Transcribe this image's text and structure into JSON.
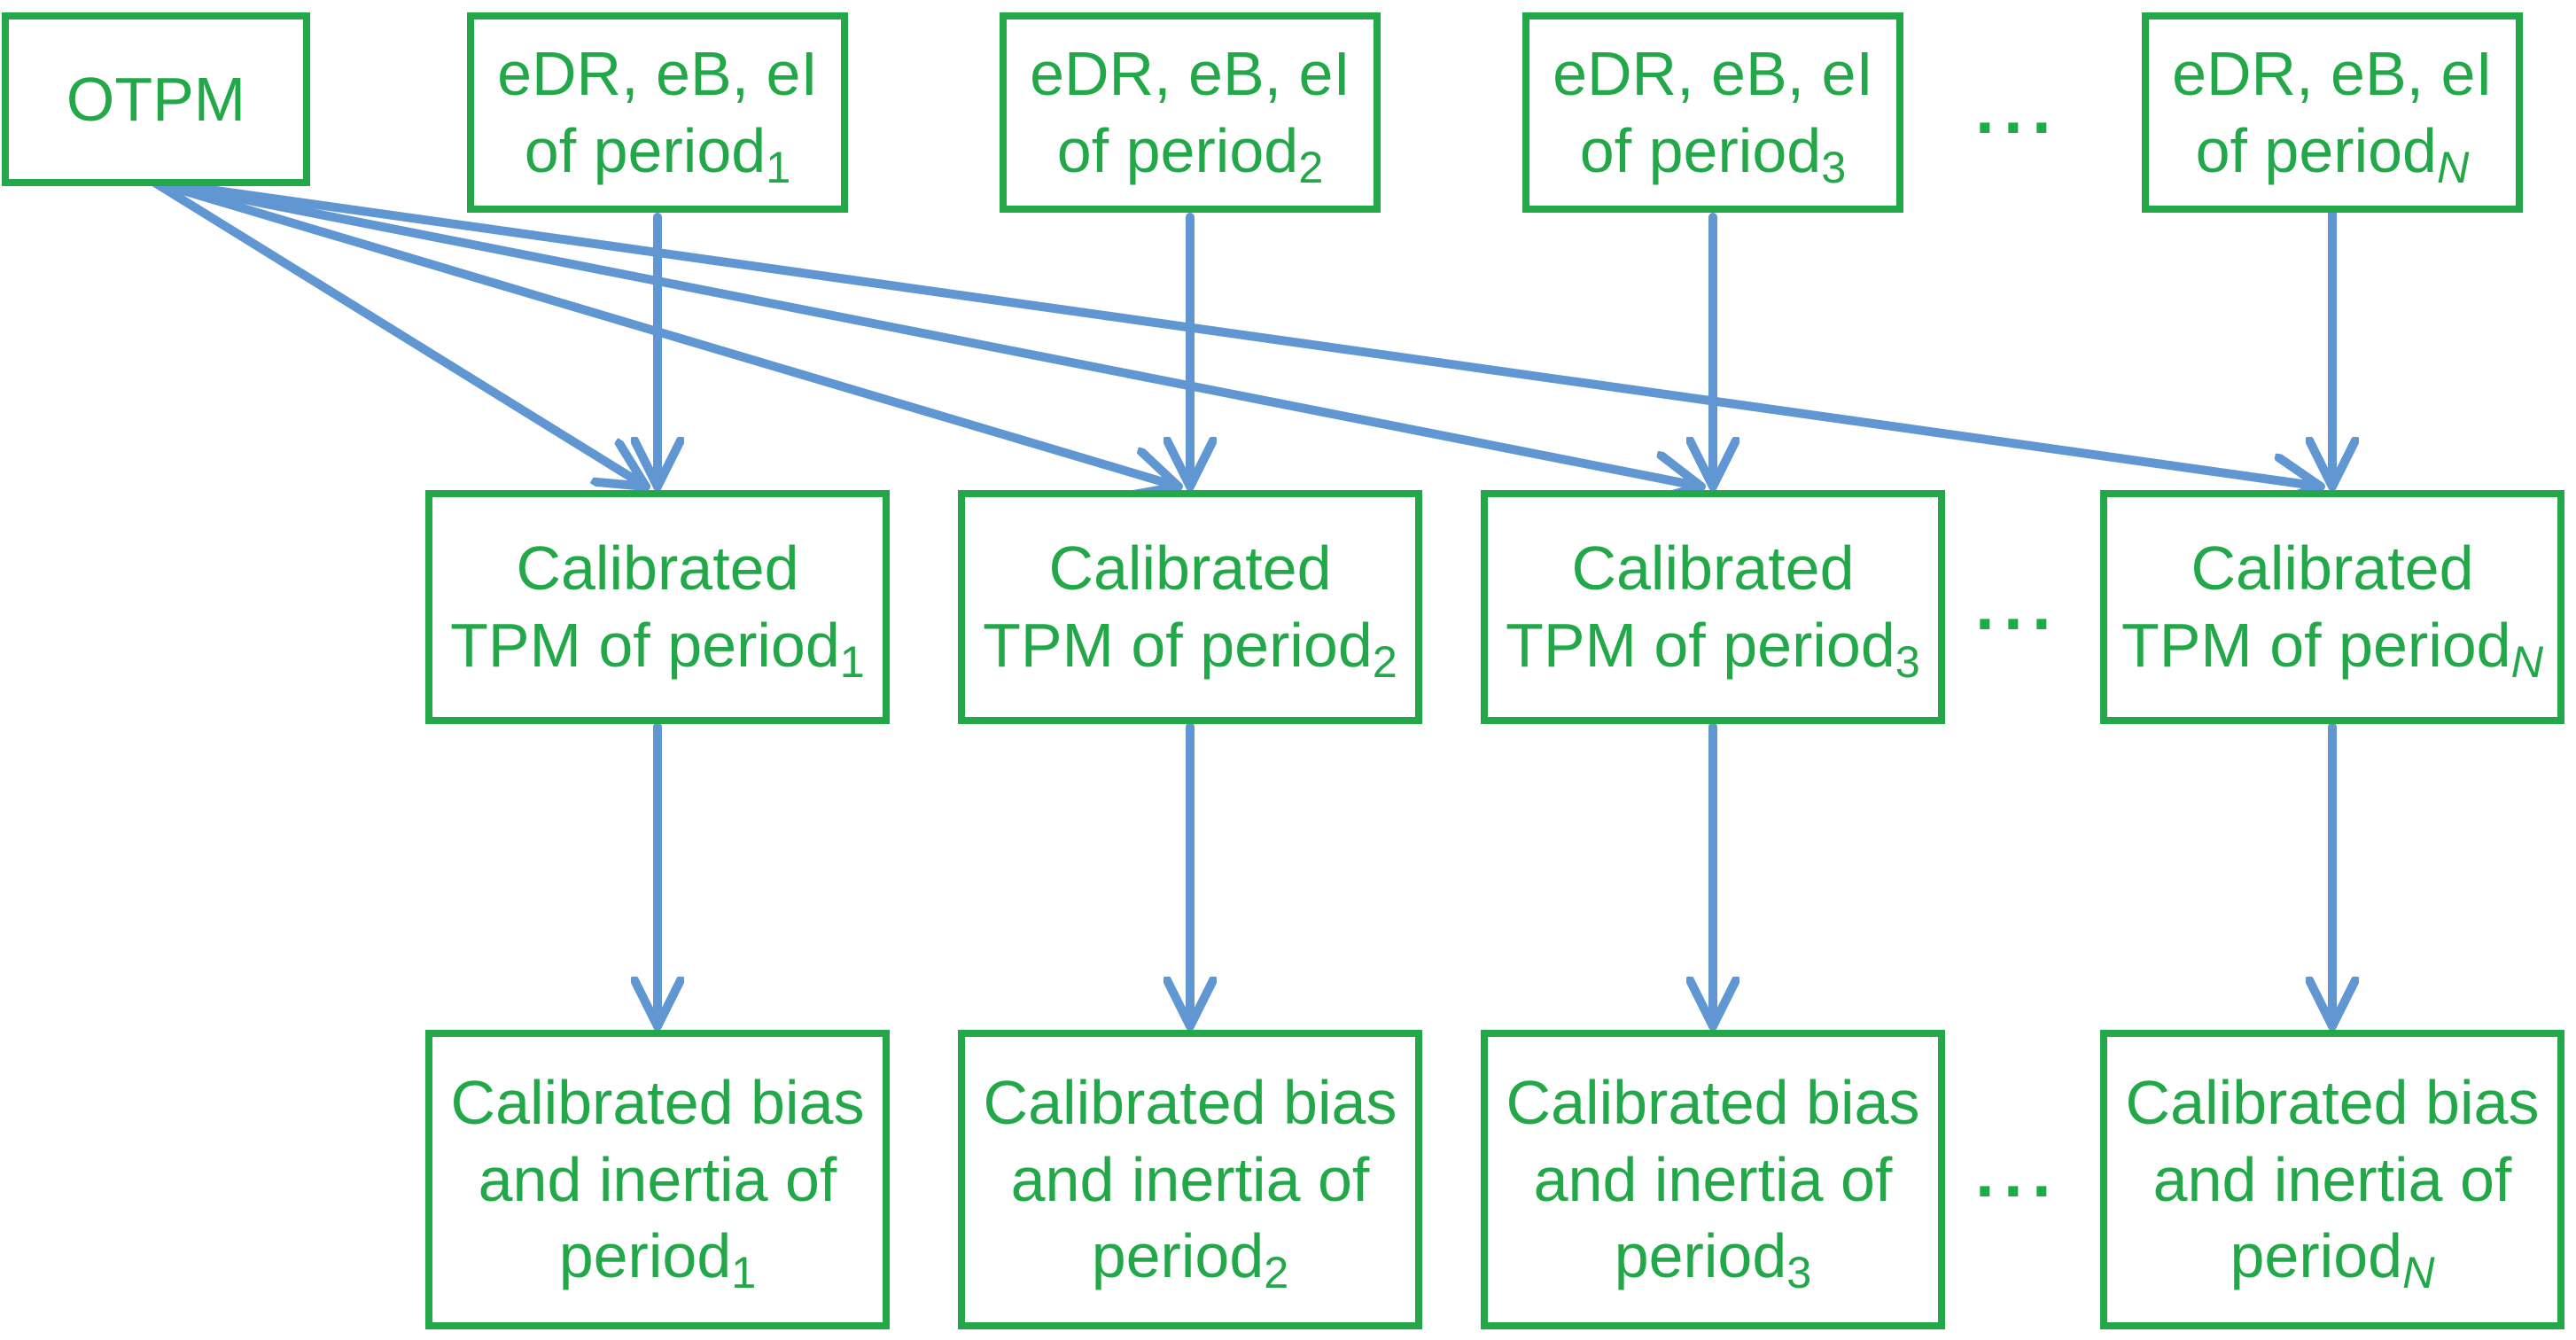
{
  "colors": {
    "box_and_text_green": "#22a848",
    "arrow_blue": "#6096d2",
    "background": "#ffffff"
  },
  "ellipsis_glyph": "···",
  "boxes": {
    "otpm": {
      "label": "OTPM"
    },
    "inputs": {
      "line1": "eDR, eB, eI",
      "line2_prefix": "of period",
      "subscripts": [
        "1",
        "2",
        "3",
        "N"
      ]
    },
    "tpm": {
      "line1": "Calibrated",
      "line2_prefix": "TPM of period",
      "subscripts": [
        "1",
        "2",
        "3",
        "N"
      ]
    },
    "outputs": {
      "line1": "Calibrated bias",
      "line2": "and inertia of",
      "line3_prefix": "period",
      "subscripts": [
        "1",
        "2",
        "3",
        "N"
      ]
    }
  }
}
